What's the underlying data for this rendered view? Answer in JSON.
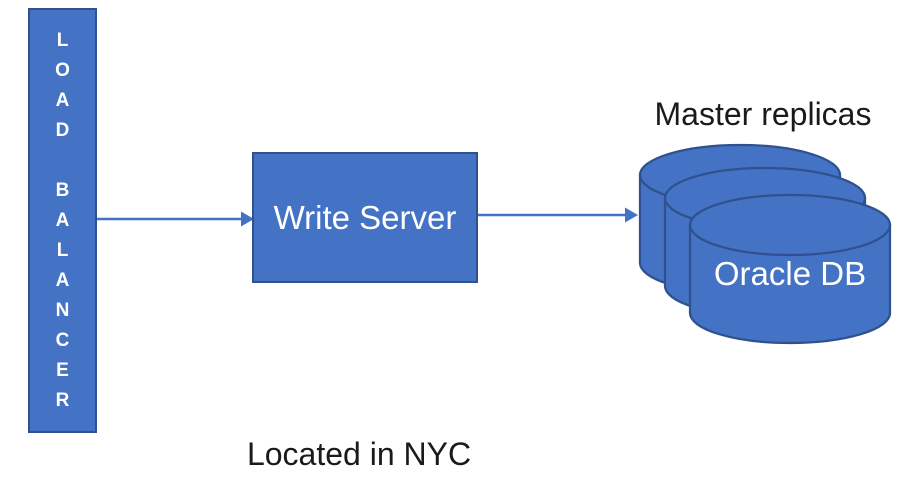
{
  "diagram": {
    "colors": {
      "background": "#FFFFFF",
      "shape_fill": "#4472C4",
      "shape_border": "#2F528F",
      "arrow": "#4472C4",
      "text_on_shape": "#FFFFFF",
      "label_text": "#1A1A1A"
    },
    "load_balancer": {
      "label": "LOAD BALANCER",
      "stacked_text": "L\nO\nA\nD\n \nB\nA\nL\nA\nN\nC\nE\nR"
    },
    "write_server": {
      "label": "Write Server"
    },
    "database_cluster": {
      "title": "Master replicas",
      "cylinder_label": "Oracle DB",
      "cylinder_count": 3
    },
    "caption": "Located in NYC",
    "connections": [
      {
        "from": "LOAD BALANCER",
        "to": "Write Server"
      },
      {
        "from": "Write Server",
        "to": "Master replicas"
      }
    ]
  }
}
